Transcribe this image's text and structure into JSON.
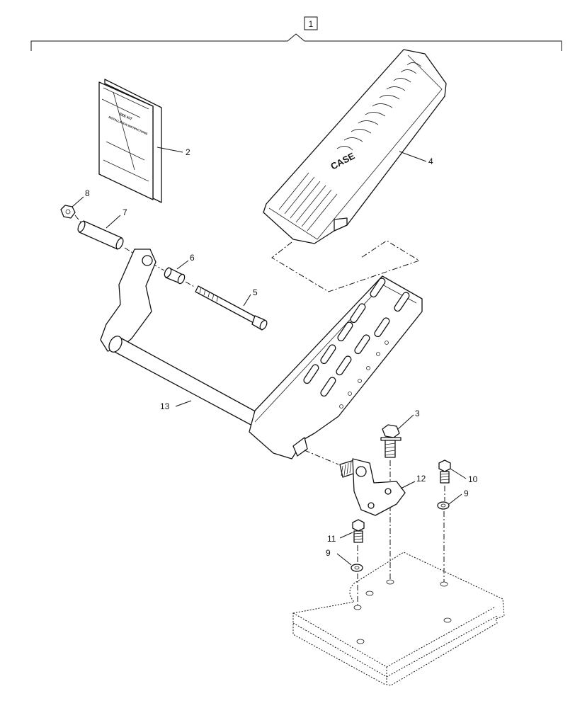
{
  "assembly": {
    "item": "1"
  },
  "booklet": {
    "line1": "SEE KIT",
    "line2": "INSTALLATION INSTRUCTIONS"
  },
  "pad": {
    "brand": "CASE"
  },
  "callouts": {
    "c2": "2",
    "c3": "3",
    "c4": "4",
    "c5": "5",
    "c6": "6",
    "c7": "7",
    "c8": "8",
    "c9a": "9",
    "c9b": "9",
    "c10": "10",
    "c11": "11",
    "c12": "12",
    "c13": "13"
  }
}
